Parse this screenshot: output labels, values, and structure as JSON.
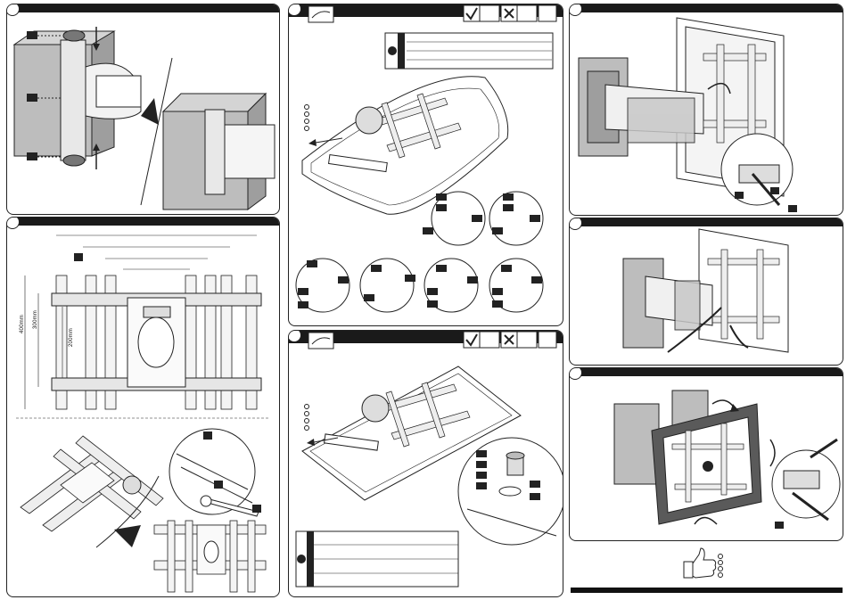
{
  "page": {
    "dimension_labels": {
      "d400": "400mm",
      "d300": "300mm",
      "d200": "200mm"
    }
  },
  "icons": [
    "check-icon",
    "cross-icon",
    "screw-icon",
    "wrench-icon",
    "warning-icon",
    "thumbs-up-icon",
    "rotate-arrow-icon"
  ],
  "colors": {
    "header_bar": "#1a1a1a",
    "wall_gray": "#bdbdbd",
    "tv_frame": "#5a5a5a",
    "line": "#222222"
  }
}
